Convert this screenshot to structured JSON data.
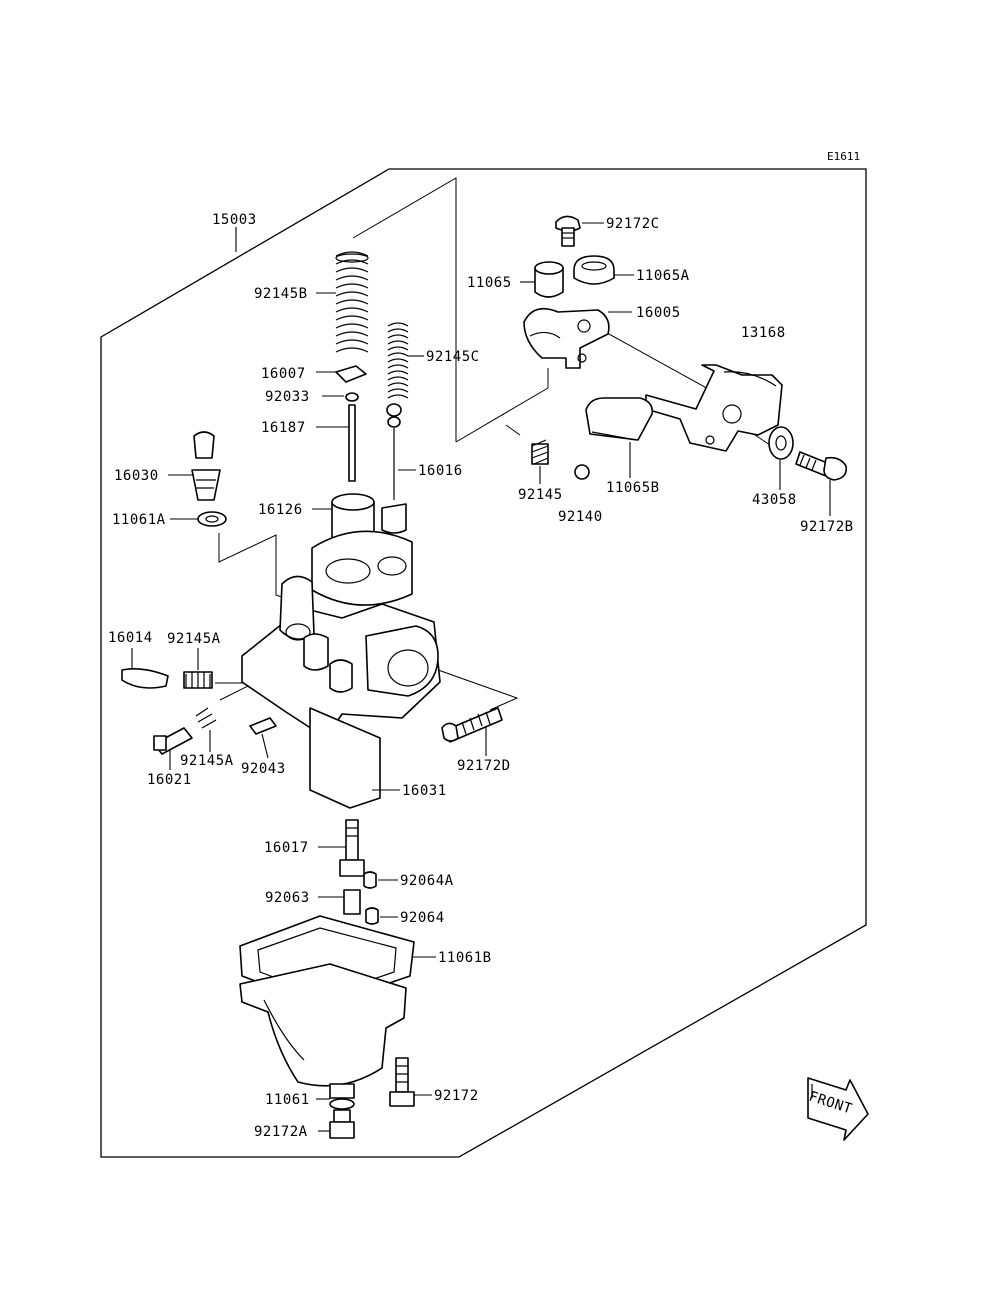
{
  "diagram_code": "E1611",
  "assembly_label": "15003",
  "direction_label": "FRONT",
  "parts": [
    {
      "id": "p-92172C",
      "label": "92172C"
    },
    {
      "id": "p-11065",
      "label": "11065"
    },
    {
      "id": "p-11065A",
      "label": "11065A"
    },
    {
      "id": "p-16005",
      "label": "16005"
    },
    {
      "id": "p-13168",
      "label": "13168"
    },
    {
      "id": "p-92145B",
      "label": "92145B"
    },
    {
      "id": "p-92145C",
      "label": "92145C"
    },
    {
      "id": "p-16007",
      "label": "16007"
    },
    {
      "id": "p-92033",
      "label": "92033"
    },
    {
      "id": "p-16187",
      "label": "16187"
    },
    {
      "id": "p-16016",
      "label": "16016"
    },
    {
      "id": "p-16030",
      "label": "16030"
    },
    {
      "id": "p-11061A",
      "label": "11061A"
    },
    {
      "id": "p-16126",
      "label": "16126"
    },
    {
      "id": "p-92145",
      "label": "92145"
    },
    {
      "id": "p-11065B",
      "label": "11065B"
    },
    {
      "id": "p-43058",
      "label": "43058"
    },
    {
      "id": "p-92140",
      "label": "92140"
    },
    {
      "id": "p-92172B",
      "label": "92172B"
    },
    {
      "id": "p-16014",
      "label": "16014"
    },
    {
      "id": "p-92145A-1",
      "label": "92145A"
    },
    {
      "id": "p-92145A-2",
      "label": "92145A"
    },
    {
      "id": "p-16021",
      "label": "16021"
    },
    {
      "id": "p-92043",
      "label": "92043"
    },
    {
      "id": "p-92172D",
      "label": "92172D"
    },
    {
      "id": "p-16031",
      "label": "16031"
    },
    {
      "id": "p-16017",
      "label": "16017"
    },
    {
      "id": "p-92064A",
      "label": "92064A"
    },
    {
      "id": "p-92063",
      "label": "92063"
    },
    {
      "id": "p-92064",
      "label": "92064"
    },
    {
      "id": "p-11061B",
      "label": "11061B"
    },
    {
      "id": "p-11061",
      "label": "11061"
    },
    {
      "id": "p-92172",
      "label": "92172"
    },
    {
      "id": "p-92172A",
      "label": "92172A"
    }
  ]
}
